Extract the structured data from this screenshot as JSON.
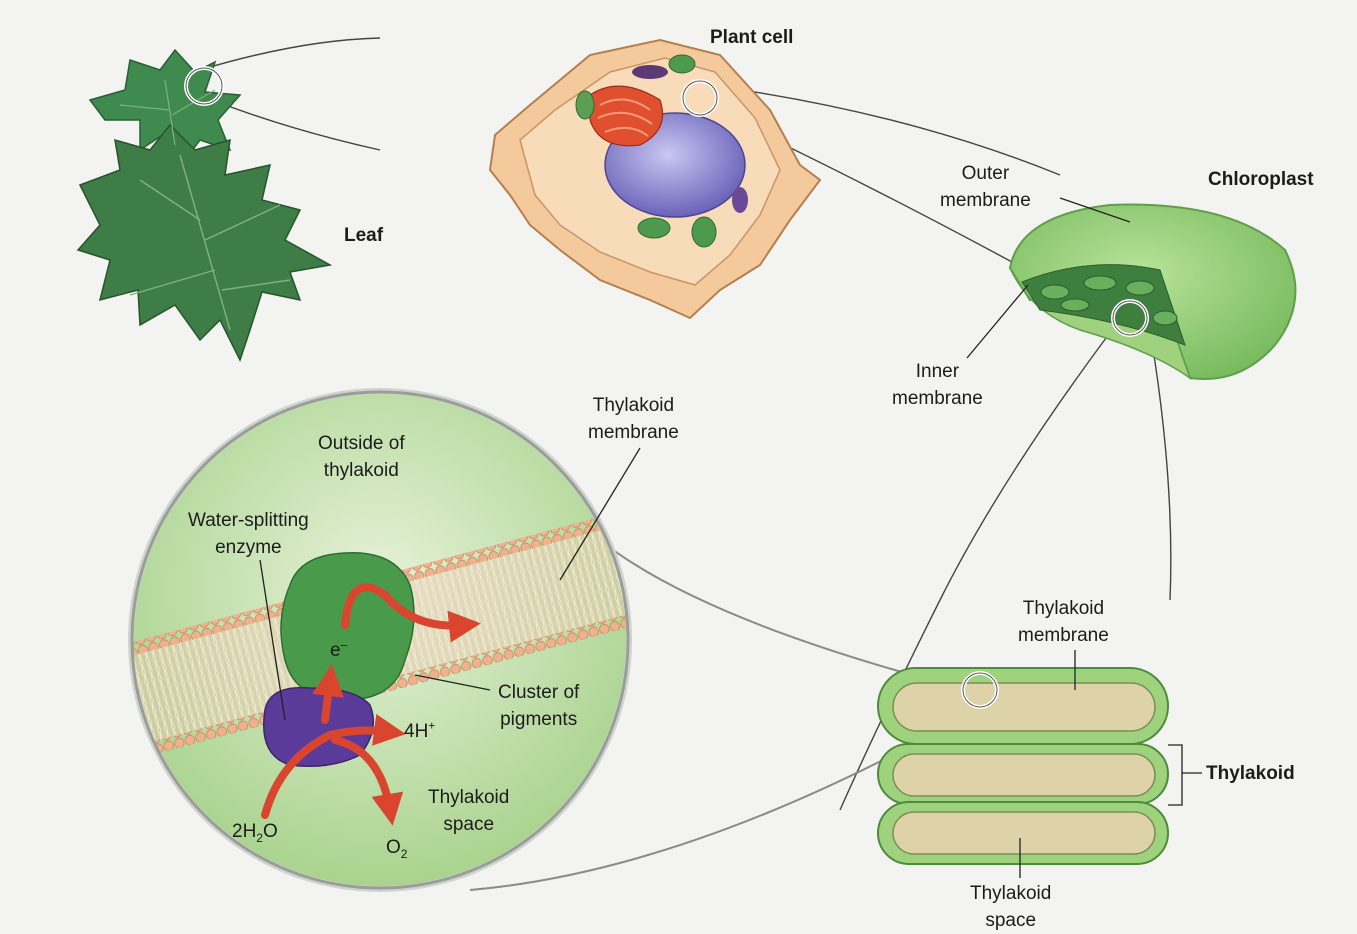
{
  "labels": {
    "leaf": "Leaf",
    "plant_cell": "Plant cell",
    "chloroplast": "Chloroplast",
    "outer_membrane": [
      "Outer",
      "membrane"
    ],
    "inner_membrane": [
      "Inner",
      "membrane"
    ],
    "thylakoid_membrane_top": [
      "Thylakoid",
      "membrane"
    ],
    "outside_thylakoid": [
      "Outside of",
      "thylakoid"
    ],
    "water_splitting_enzyme": [
      "Water-splitting",
      "enzyme"
    ],
    "electron": "e",
    "electron_sup": "–",
    "cluster_of_pigments": [
      "Cluster of",
      "pigments"
    ],
    "four_h": "4H",
    "four_h_sup": "+",
    "thylakoid_space_inset": [
      "Thylakoid",
      "space"
    ],
    "water_a": "2H",
    "water_sub": "2",
    "water_b": "O",
    "oxygen_a": "O",
    "oxygen_sub": "2",
    "thylakoid_membrane_stack": [
      "Thylakoid",
      "membrane"
    ],
    "thylakoid": "Thylakoid",
    "thylakoid_space_stack": [
      "Thylakoid",
      "space"
    ]
  },
  "colors": {
    "leaf_green": "#3f7d46",
    "chloroplast_green": "#8cc56b",
    "membrane_orange": "#e9a77f",
    "enzyme_purple": "#5b3b9a",
    "pigment_green": "#4a9a4c",
    "arrow_red": "#d9452f",
    "lumen_tan": "#ddd2a8"
  }
}
